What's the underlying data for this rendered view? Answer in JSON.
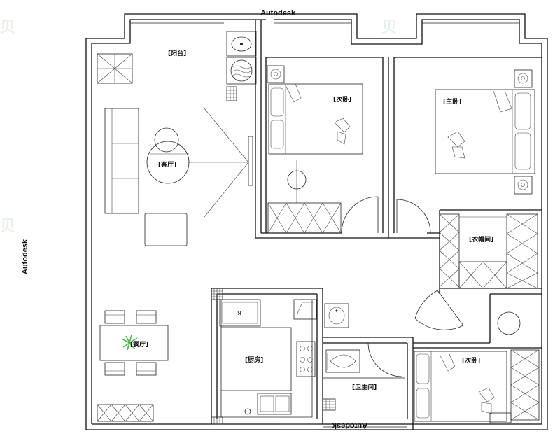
{
  "brand": {
    "top": "Autodesk",
    "bottom": "Autodesk",
    "left": "Autodesk"
  },
  "rooms": {
    "balcony": "[阳台]",
    "living": "[客厅]",
    "dining": "[餐厅]",
    "second_bedroom_top": "[次卧]",
    "master_bedroom": "[主卧]",
    "cloakroom": "[衣帽间]",
    "kitchen": "[厨房]",
    "bathroom": "[卫生间]",
    "second_bedroom_bottom": "[次卧]"
  },
  "colors": {
    "wall": "#111111",
    "plant": "#3cbf3c",
    "watermark": "#e9efe9"
  }
}
